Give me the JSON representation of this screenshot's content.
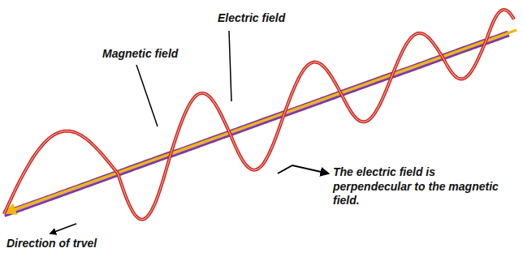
{
  "diagram": {
    "labels": [
      "Magnetic field",
      "Electric field",
      "The electric field is perpendecular to the magnetic field.",
      "Direction of trvel"
    ]
  }
}
